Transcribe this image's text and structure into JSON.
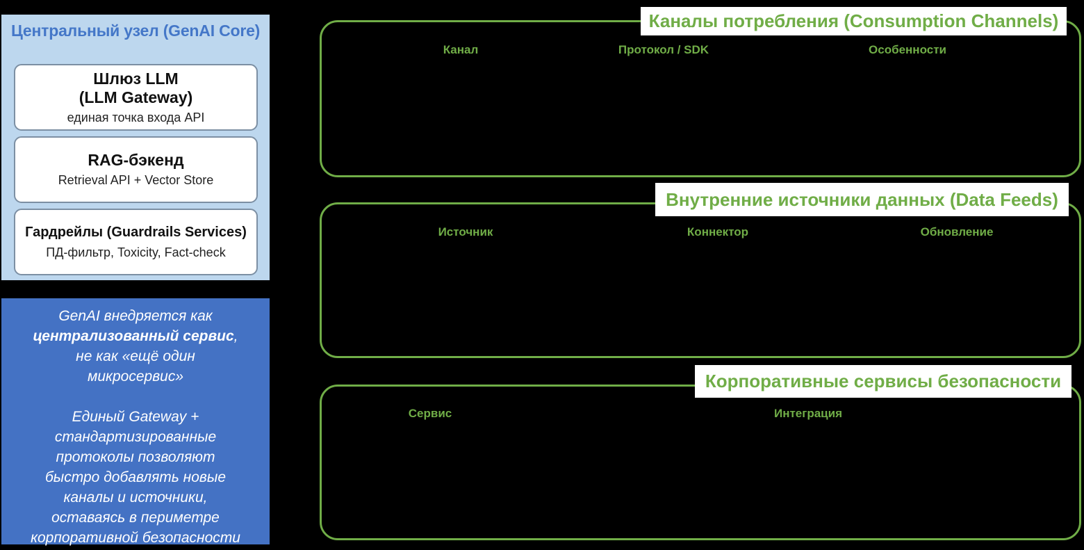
{
  "core": {
    "title": "Центральный узел (GenAI Core)",
    "cards": [
      {
        "line1": "Шлюз LLM",
        "line2": "(LLM Gateway)",
        "subtitle": "единая точка входа API"
      },
      {
        "line1": "RAG-бэкенд",
        "subtitle": "Retrieval API + Vector Store"
      },
      {
        "line1": "Гардрейлы (Guardrails Services)",
        "subtitle": "ПД-фильтр, Toxicity, Fact-check"
      }
    ]
  },
  "note": {
    "p1_pre": "GenAI внедряется как ",
    "p1_bold": "централизованный сервис",
    "p1_post": ", не как «ещё один микросервис»",
    "p2": "Единый Gateway + стандартизированные протоколы позволяют быстро добавлять новые каналы и источники, оставаясь в периметре корпоративной безопасности"
  },
  "panels": [
    {
      "title": "Каналы потребления (Consumption Channels)",
      "columns": [
        "Канал",
        "Протокол / SDK",
        "Особенности"
      ]
    },
    {
      "title": "Внутренние источники данных (Data Feeds)",
      "columns": [
        "Источник",
        "Коннектор",
        "Обновление"
      ]
    },
    {
      "title": "Корпоративные сервисы безопасности",
      "columns": [
        "Сервис",
        "Интеграция"
      ]
    }
  ],
  "colors": {
    "background": "#000000",
    "core_panel_bg": "#BDD7EE",
    "core_title_blue": "#4477C8",
    "card_border": "#7C8FA3",
    "note_bg": "#4472C4",
    "green": "#70AD47"
  }
}
